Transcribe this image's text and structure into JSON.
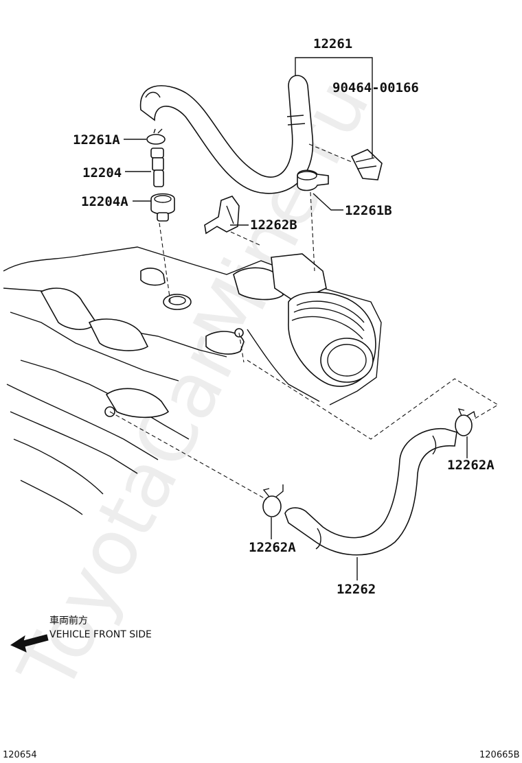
{
  "watermark": "ToyotaCarMine.ru",
  "parts": {
    "p12261": "12261",
    "p90464": "90464-00166",
    "p12261A": "12261A",
    "p12204": "12204",
    "p12204A": "12204A",
    "p12261B": "12261B",
    "p12262B": "12262B",
    "p12262A_right": "12262A",
    "p12262A_left": "12262A",
    "p12262": "12262"
  },
  "direction": {
    "japanese": "車両前方",
    "english": "VEHICLE FRONT SIDE",
    "icon": "arrow-left-icon"
  },
  "footer": {
    "left_code": "120654",
    "right_code": "120665B"
  }
}
